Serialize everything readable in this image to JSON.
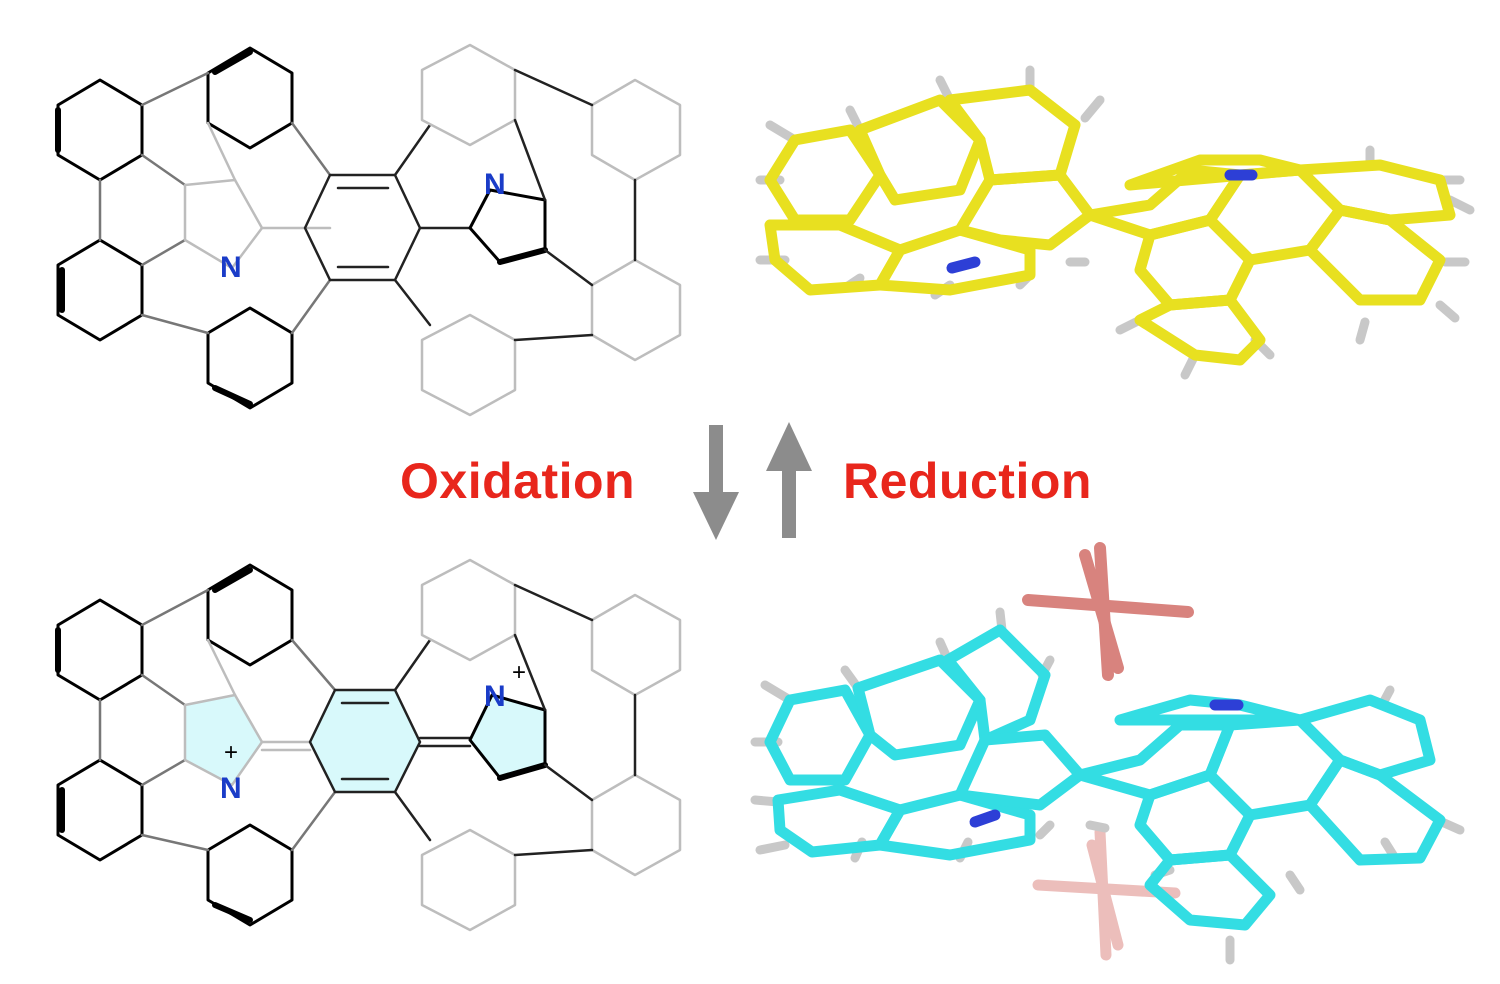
{
  "labels": {
    "oxidation": "Oxidation",
    "reduction": "Reduction"
  },
  "structures": {
    "neutral": {
      "atoms": [
        {
          "symbol": "N",
          "charge": ""
        },
        {
          "symbol": "N",
          "charge": ""
        }
      ],
      "model_color": "#ffee2e"
    },
    "dication": {
      "atoms": [
        {
          "symbol": "N",
          "charge": "+"
        },
        {
          "symbol": "N",
          "charge": "+"
        }
      ],
      "model_color": "#33e0e6",
      "counterion_color": "#d8837e",
      "highlight_color": "#d8f9fb"
    }
  },
  "colors": {
    "label": "#e8261c",
    "arrow": "#8c8c8c",
    "nitrogen": "#1a3cc8"
  }
}
